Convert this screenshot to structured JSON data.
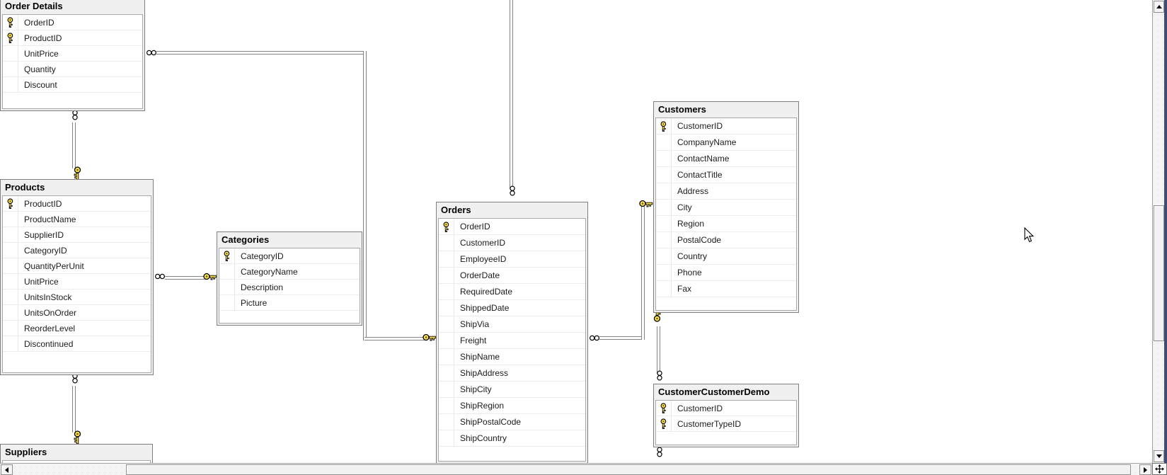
{
  "app": {
    "view": "database-diagram"
  },
  "tables": [
    {
      "id": "order-details",
      "name": "Order Details",
      "columns": [
        {
          "name": "OrderID",
          "pk": true
        },
        {
          "name": "ProductID",
          "pk": true
        },
        {
          "name": "UnitPrice",
          "pk": false
        },
        {
          "name": "Quantity",
          "pk": false
        },
        {
          "name": "Discount",
          "pk": false
        }
      ]
    },
    {
      "id": "products",
      "name": "Products",
      "columns": [
        {
          "name": "ProductID",
          "pk": true
        },
        {
          "name": "ProductName",
          "pk": false
        },
        {
          "name": "SupplierID",
          "pk": false
        },
        {
          "name": "CategoryID",
          "pk": false
        },
        {
          "name": "QuantityPerUnit",
          "pk": false
        },
        {
          "name": "UnitPrice",
          "pk": false
        },
        {
          "name": "UnitsInStock",
          "pk": false
        },
        {
          "name": "UnitsOnOrder",
          "pk": false
        },
        {
          "name": "ReorderLevel",
          "pk": false
        },
        {
          "name": "Discontinued",
          "pk": false
        }
      ]
    },
    {
      "id": "categories",
      "name": "Categories",
      "columns": [
        {
          "name": "CategoryID",
          "pk": true
        },
        {
          "name": "CategoryName",
          "pk": false
        },
        {
          "name": "Description",
          "pk": false
        },
        {
          "name": "Picture",
          "pk": false
        }
      ]
    },
    {
      "id": "orders",
      "name": "Orders",
      "columns": [
        {
          "name": "OrderID",
          "pk": true
        },
        {
          "name": "CustomerID",
          "pk": false
        },
        {
          "name": "EmployeeID",
          "pk": false
        },
        {
          "name": "OrderDate",
          "pk": false
        },
        {
          "name": "RequiredDate",
          "pk": false
        },
        {
          "name": "ShippedDate",
          "pk": false
        },
        {
          "name": "ShipVia",
          "pk": false
        },
        {
          "name": "Freight",
          "pk": false
        },
        {
          "name": "ShipName",
          "pk": false
        },
        {
          "name": "ShipAddress",
          "pk": false
        },
        {
          "name": "ShipCity",
          "pk": false
        },
        {
          "name": "ShipRegion",
          "pk": false
        },
        {
          "name": "ShipPostalCode",
          "pk": false
        },
        {
          "name": "ShipCountry",
          "pk": false
        }
      ]
    },
    {
      "id": "customers",
      "name": "Customers",
      "columns": [
        {
          "name": "CustomerID",
          "pk": true
        },
        {
          "name": "CompanyName",
          "pk": false
        },
        {
          "name": "ContactName",
          "pk": false
        },
        {
          "name": "ContactTitle",
          "pk": false
        },
        {
          "name": "Address",
          "pk": false
        },
        {
          "name": "City",
          "pk": false
        },
        {
          "name": "Region",
          "pk": false
        },
        {
          "name": "PostalCode",
          "pk": false
        },
        {
          "name": "Country",
          "pk": false
        },
        {
          "name": "Phone",
          "pk": false
        },
        {
          "name": "Fax",
          "pk": false
        }
      ]
    },
    {
      "id": "customer-customer-demo",
      "name": "CustomerCustomerDemo",
      "columns": [
        {
          "name": "CustomerID",
          "pk": true
        },
        {
          "name": "CustomerTypeID",
          "pk": true
        }
      ]
    },
    {
      "id": "suppliers",
      "name": "Suppliers",
      "columns": []
    }
  ],
  "relationships": [
    {
      "one": "Products",
      "many": "Order Details",
      "partial": false
    },
    {
      "one": "Suppliers",
      "many": "Products",
      "partial": false
    },
    {
      "one": "Categories",
      "many": "Products",
      "partial": false
    },
    {
      "one": "Orders",
      "many": "Order Details",
      "partial": false
    },
    {
      "one": null,
      "many": "Orders",
      "partial": true
    },
    {
      "one": "Customers",
      "many": "Orders",
      "partial": false
    },
    {
      "one": "Customers",
      "many": "CustomerCustomerDemo",
      "partial": false
    },
    {
      "one": null,
      "many": "CustomerCustomerDemo",
      "partial": true
    }
  ],
  "icons": {
    "primary_key": "key-icon",
    "relationship_one_end": "key-icon",
    "relationship_many_end": "infinity-icon",
    "pan": "move-four-arrows-icon"
  },
  "colors": {
    "canvas_bg": "#ffffff",
    "table_header_bg": "#f0f0f0",
    "table_border": "#7f7f7f",
    "table_inner_border": "#a8a8a8",
    "row_divider": "#ececec",
    "key_gold": "#ffe14d",
    "line_gray": "#848484",
    "scrollbar_face": "#f2f2f2",
    "scrollbar_border": "#8f8f8f",
    "window_edge_strip": "#3e4e73"
  },
  "cursor": {
    "type": "arrow",
    "visible": true
  }
}
